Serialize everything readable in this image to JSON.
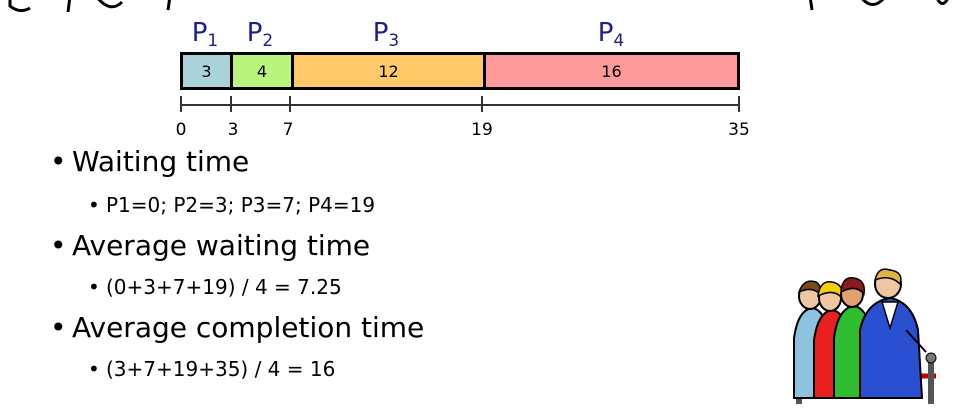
{
  "gantt": {
    "processes": [
      {
        "label": "P",
        "sub": "1",
        "burst": "3",
        "color": "#a9d3d8"
      },
      {
        "label": "P",
        "sub": "2",
        "burst": "4",
        "color": "#b9f57e"
      },
      {
        "label": "P",
        "sub": "3",
        "burst": "12",
        "color": "#ffc96a"
      },
      {
        "label": "P",
        "sub": "4",
        "burst": "16",
        "color": "#ff9a9a"
      }
    ],
    "ticks": [
      "0",
      "3",
      "7",
      "19",
      "35"
    ]
  },
  "bullets": [
    {
      "text": "Waiting time",
      "sub": "P1=0; P2=3; P3=7; P4=19"
    },
    {
      "text": "Average waiting time",
      "sub": "(0+3+7+19) / 4 = 7.25"
    },
    {
      "text": "Average completion time",
      "sub": "(3+7+19+35) / 4 = 16"
    }
  ],
  "illustration": {
    "icon": "people-waiting-in-line-icon"
  }
}
